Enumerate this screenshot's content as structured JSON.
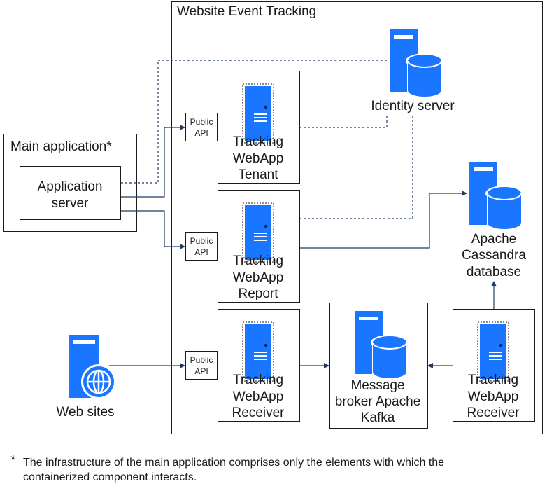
{
  "groups": {
    "website_event_tracking": "Website Event Tracking",
    "main_application": "Main application*"
  },
  "nodes": {
    "application_server": [
      "Application",
      "server"
    ],
    "identity_server": "Identity server",
    "cassandra": [
      "Apache",
      "Cassandra",
      "database"
    ],
    "kafka": [
      "Message",
      "broker Apache",
      "Kafka"
    ],
    "webapp_tenant": [
      "Tracking",
      "WebApp",
      "Tenant"
    ],
    "webapp_report": [
      "Tracking",
      "WebApp",
      "Report"
    ],
    "webapp_receiver": [
      "Tracking",
      "WebApp",
      "Receiver"
    ],
    "webapp_receiver_2": [
      "Tracking",
      "WebApp",
      "Receiver"
    ],
    "web_sites": "Web sites"
  },
  "public_api": [
    "Public",
    "API"
  ],
  "footnote": {
    "mark": "*",
    "lines": [
      "The infrastructure of the main application comprises only the elements with which the",
      "containerized component interacts."
    ]
  },
  "colors": {
    "icon_blue": "#1a75ff",
    "edge": "#1f3a5f"
  }
}
